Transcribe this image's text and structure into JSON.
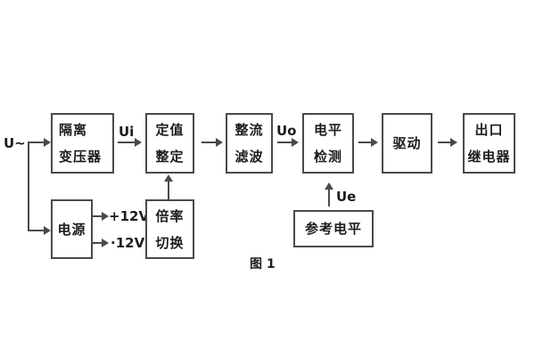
{
  "figure_caption": "图 1",
  "signals": {
    "input": "U~",
    "ui": "Ui",
    "uo": "Uo",
    "ue": "Ue",
    "rail_positive": "+12V",
    "rail_negative": "·12V"
  },
  "blocks": {
    "isolation_transformer": {
      "line1": "隔离",
      "line2": "变压器"
    },
    "value_setting": {
      "line1": "定值",
      "line2": "整定"
    },
    "rectify_filter": {
      "line1": "整流",
      "line2": "滤波"
    },
    "level_detect": {
      "line1": "电平",
      "line2": "检测"
    },
    "driver": {
      "label": "驱动"
    },
    "output_relay": {
      "line1": "出口",
      "line2": "继电器"
    },
    "power_supply": {
      "label": "电源"
    },
    "ratio_switch": {
      "line1": "倍率",
      "line2": "切换"
    },
    "reference_level": {
      "label": "参考电平"
    }
  },
  "colors": {
    "line": "#4a4a4a",
    "text": "#1c1c1c",
    "background": "#ffffff"
  }
}
